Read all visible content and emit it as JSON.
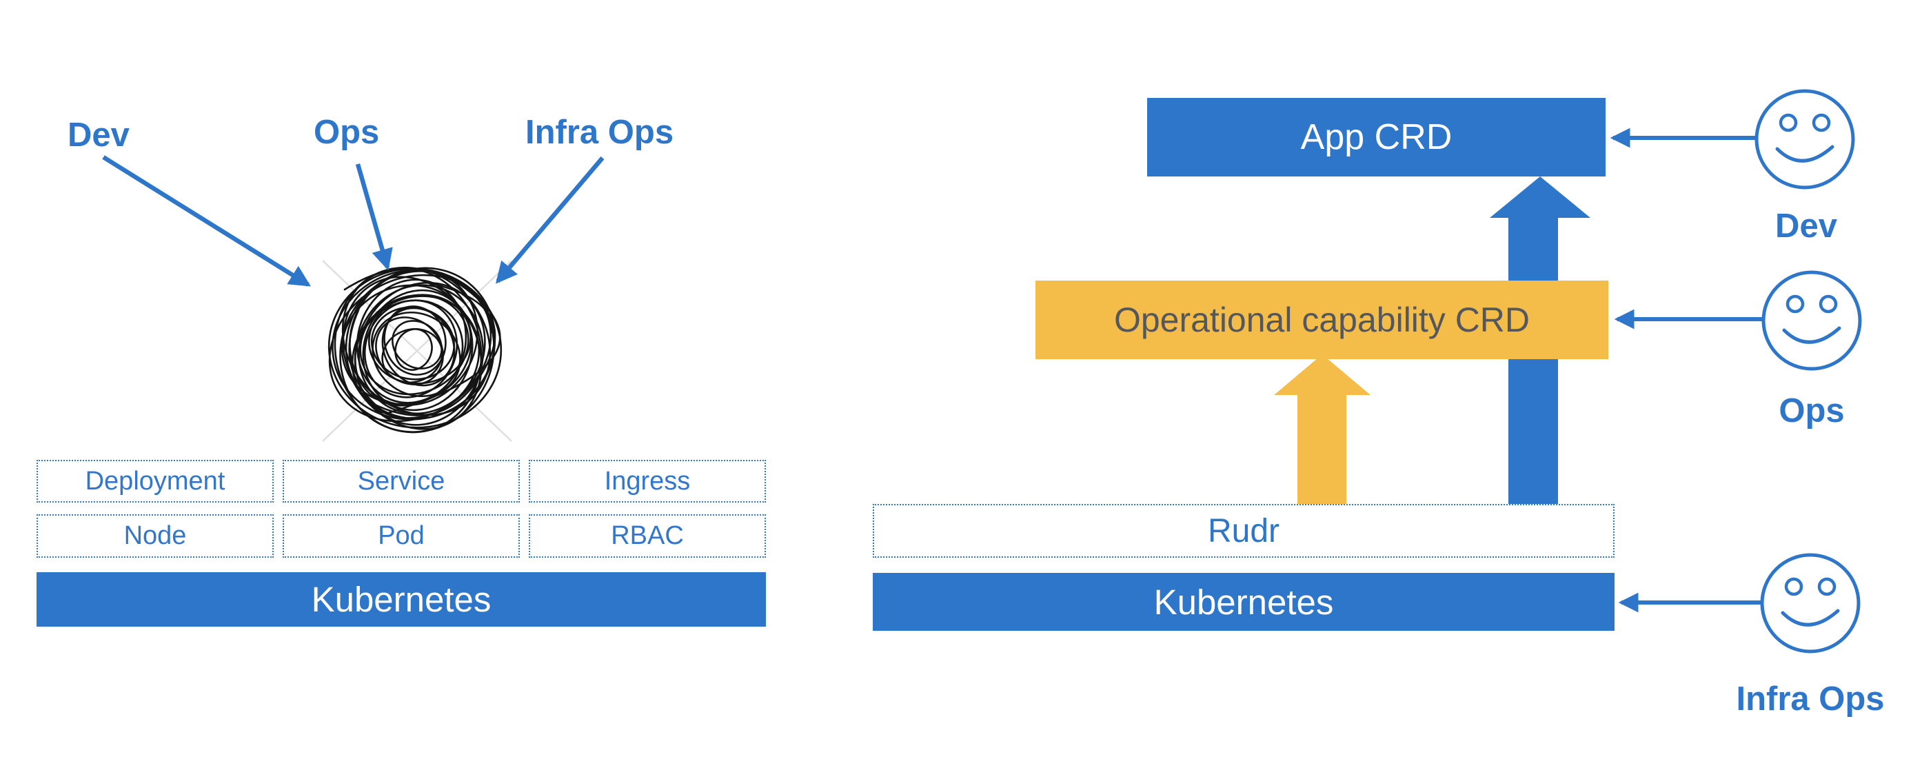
{
  "left_panel": {
    "actors": [
      {
        "label": "Dev"
      },
      {
        "label": "Ops"
      },
      {
        "label": "Infra Ops"
      }
    ],
    "resources": [
      "Deployment",
      "Service",
      "Ingress",
      "Node",
      "Pod",
      "RBAC"
    ],
    "platform": "Kubernetes"
  },
  "right_panel": {
    "app_box": "App CRD",
    "capability_box": "Operational capability CRD",
    "runtime_box": "Rudr",
    "platform": "Kubernetes",
    "actors": [
      {
        "label": "Dev"
      },
      {
        "label": "Ops"
      },
      {
        "label": "Infra Ops"
      }
    ]
  },
  "colors": {
    "blue": "#2E76C9",
    "yellow": "#F4BC48",
    "dark_text": "#54575D",
    "scribble": "#141414",
    "watermark_line": "#DFDFDF"
  }
}
